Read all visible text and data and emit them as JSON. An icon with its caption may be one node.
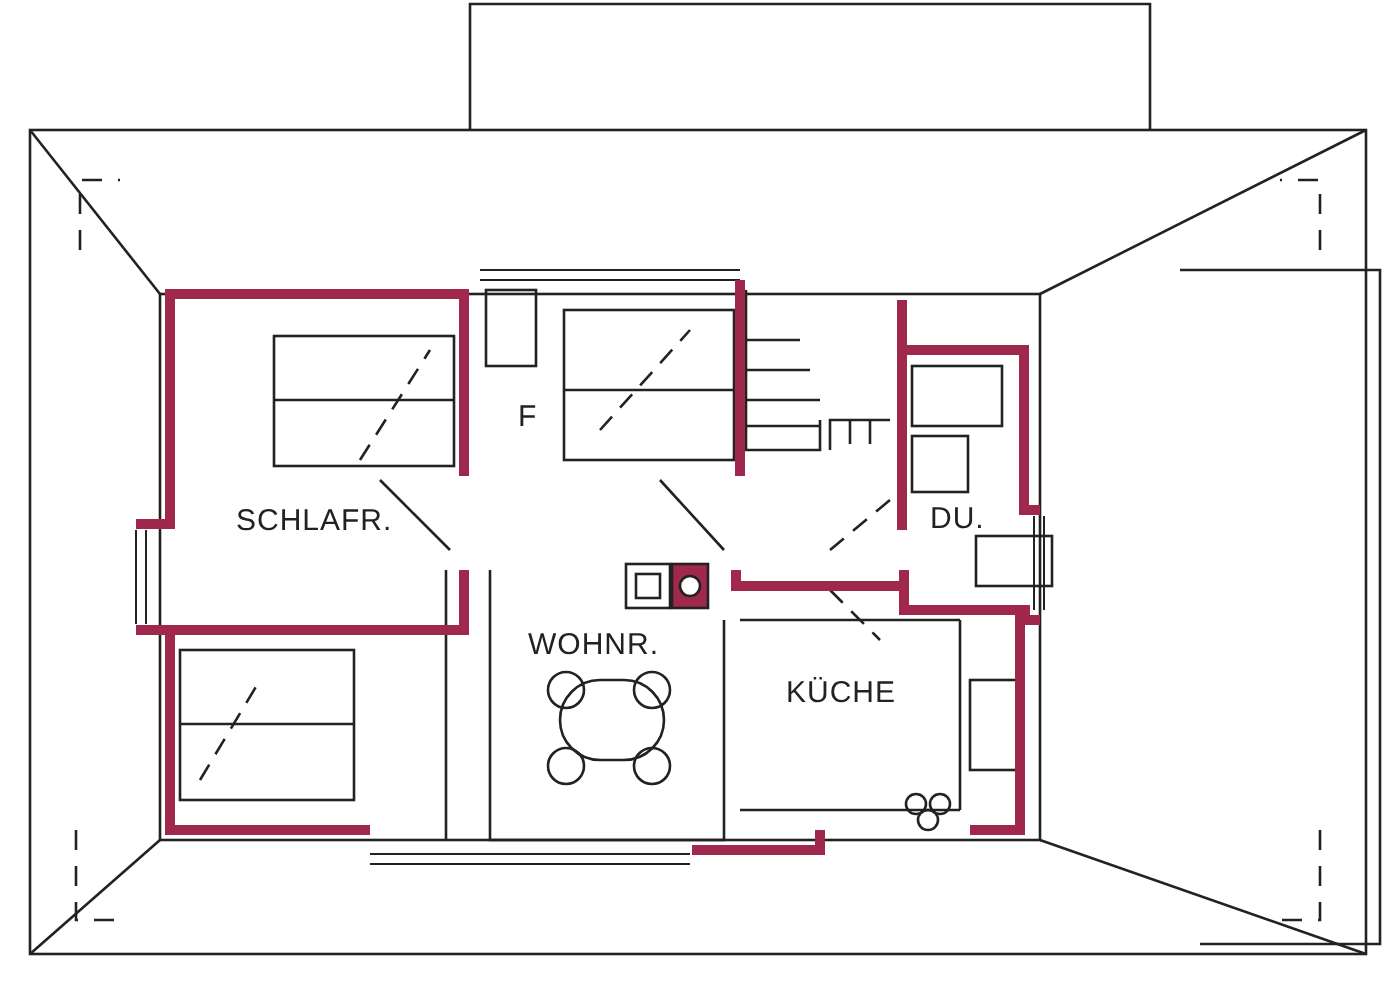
{
  "diagram": {
    "labels": [
      "F",
      "SCHLAFR.",
      "DU.",
      "WOHNR.",
      "KÜCHE"
    ]
  }
}
